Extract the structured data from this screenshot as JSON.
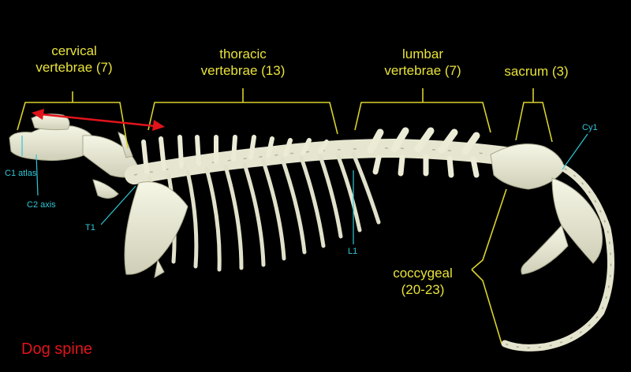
{
  "labels": {
    "cervical": {
      "line1": "cervical",
      "line2": "vertebrae (7)"
    },
    "thoracic": {
      "line1": "thoracic",
      "line2": "vertebrae (13)"
    },
    "lumbar": {
      "line1": "lumbar",
      "line2": "vertebrae (7)"
    },
    "sacrum": "sacrum (3)",
    "coccygeal": {
      "line1": "coccygeal",
      "line2": "(20-23)"
    }
  },
  "markers": {
    "c1": "C1 atlas",
    "c2": "C2 axis",
    "t1": "T1",
    "l1": "L1",
    "cy1": "Cy1"
  },
  "title": "Dog spine",
  "colors": {
    "background": "#000000",
    "region_label": "#e8e23a",
    "marker_label": "#2fc8d6",
    "arrow": "#e1141b",
    "title": "#e1141b",
    "bone": "#efefdc"
  }
}
